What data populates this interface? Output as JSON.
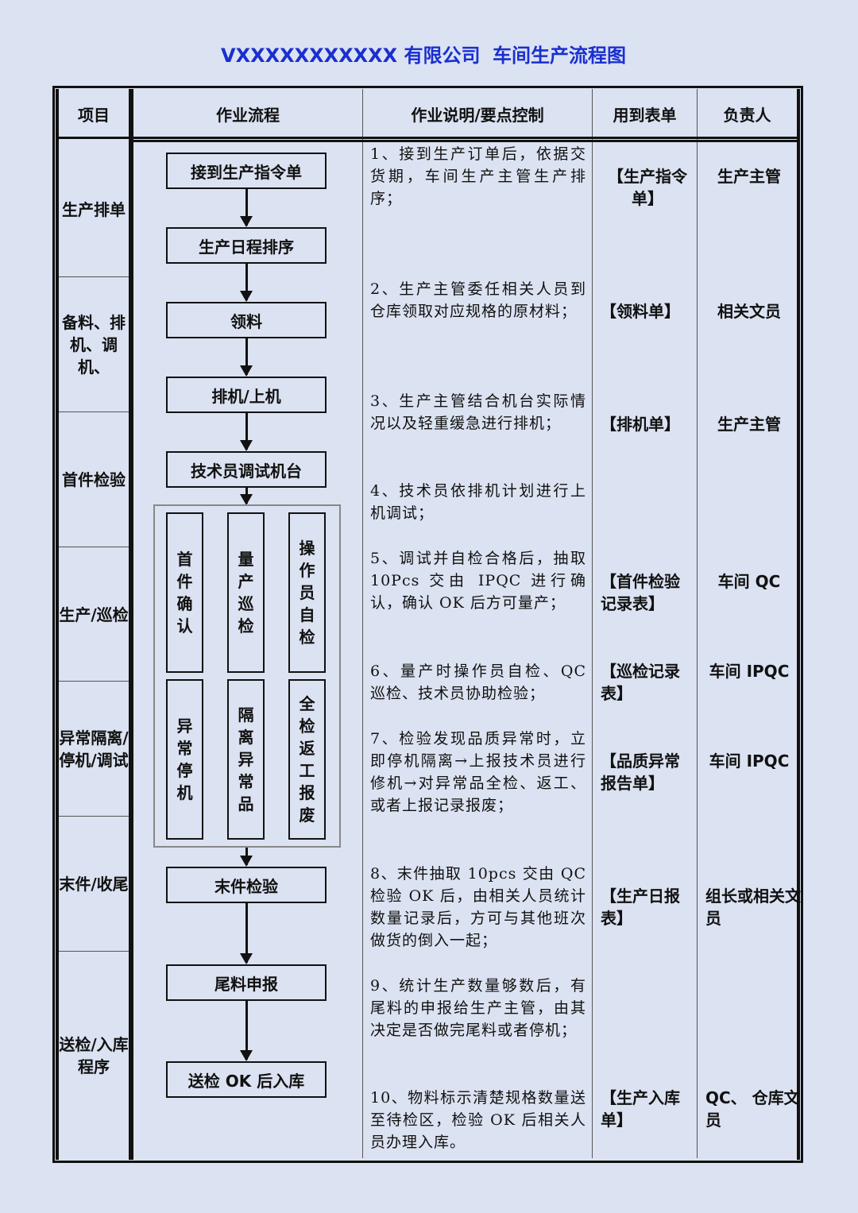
{
  "title": {
    "company": "VXXXXXXXXXXX 有限公司",
    "doc": "车间生产流程图"
  },
  "headers": {
    "item": "项目",
    "flow": "作业流程",
    "desc": "作业说明/要点控制",
    "form": "用到表单",
    "owner": "负责人"
  },
  "items": [
    "生产排单",
    "备料、排机、调机、",
    "首件检验",
    "生产/巡检",
    "异常隔离/停机/调试",
    "末件/收尾",
    "送检/入库程序"
  ],
  "flow": {
    "steps": [
      "接到生产指令单",
      "生产日程排序",
      "领料",
      "排机/上机",
      "技术员调试机台",
      "末件检验",
      "尾料申报",
      "送检 OK 后入库"
    ],
    "group_top": [
      "首件确认",
      "量产巡检",
      "操作员自检"
    ],
    "group_bottom": [
      "异常停机",
      "隔离异常品",
      "全检返工报废"
    ]
  },
  "descriptions": [
    "1、接到生产订单后，依据交货期，车间生产主管生产排序；",
    "2、生产主管委任相关人员到仓库领取对应规格的原材料；",
    "3、生产主管结合机台实际情况以及轻重缓急进行排机；",
    "4、技术员依排机计划进行上机调试；",
    "5、调试并自检合格后，抽取10Pcs 交由 IPQC 进行确认，确认 OK 后方可量产；",
    "6、量产时操作员自检、QC 巡检、技术员协助检验；",
    "7、检验发现品质异常时，立即停机隔离→上报技术员进行修机→对异常品全检、返工、或者上报记录报废；",
    "8、末件抽取 10pcs 交由 QC 检验 OK 后，由相关人员统计数量记录后，方可与其他班次做货的倒入一起；",
    "9、统计生产数量够数后，有尾料的申报给生产主管，由其决定是否做完尾料或者停机；",
    "10、物料标示清楚规格数量送至待检区，检验 OK 后相关人员办理入库。"
  ],
  "forms": [
    "【生产指令单】",
    "【领料单】",
    "【排机单】",
    "【首件检验记录表】",
    "【巡检记录表】",
    "【品质异常报告单】",
    "【生产日报表】",
    "【生产入库单】"
  ],
  "owners": [
    "生产主管",
    "相关文员",
    "生产主管",
    "车间 QC",
    "车间 IPQC",
    "车间 IPQC",
    "组长或相关文员",
    "QC、 仓库文员"
  ]
}
